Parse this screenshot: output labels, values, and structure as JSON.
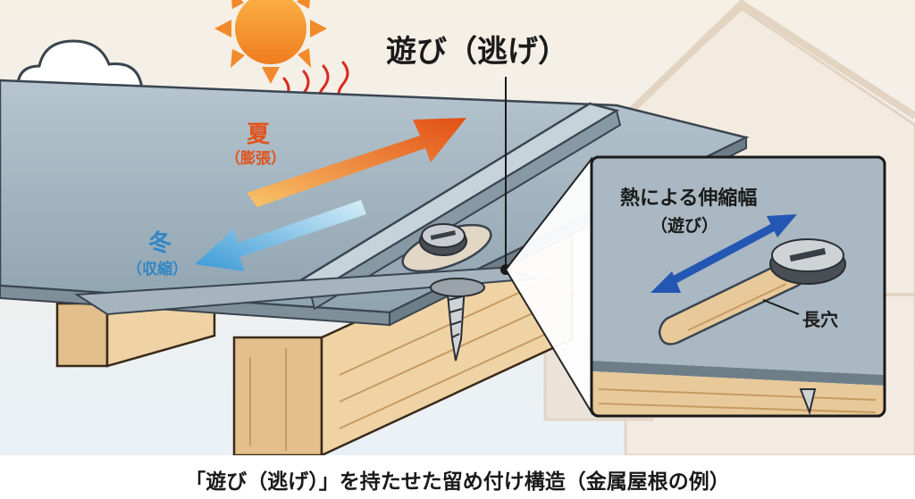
{
  "labels": {
    "play": "遊び（逃げ）",
    "summer": "夏",
    "summer_sub": "（膨張）",
    "winter": "冬",
    "winter_sub": "（収縮）",
    "inset_title": "熱による伸縮幅",
    "inset_sub": "（遊び）",
    "slot": "長穴"
  },
  "caption": "「遊び（逃げ）」を持たせた留め付け構造（金属屋根の例）",
  "icons": [
    "sun-icon",
    "heat-wave-icon",
    "cloud-icon",
    "snowflake-icon",
    "screw-icon",
    "double-arrow-icon"
  ],
  "colors": {
    "summer": "#e0531c",
    "winter": "#2f86c7",
    "roof": "#9fb3bf",
    "wood": "#e8c99a",
    "inset_arrow": "#2456b4"
  }
}
